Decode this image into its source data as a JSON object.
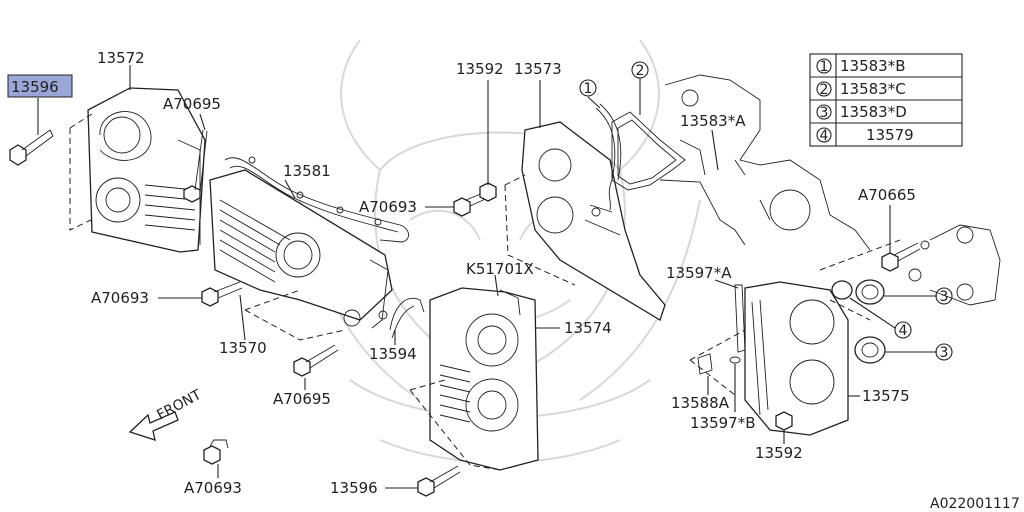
{
  "diagram": {
    "highlighted_part": "13596",
    "labels": {
      "p13572": "13572",
      "p13596_top": "13596",
      "a70695_top": "A70695",
      "p13581": "13581",
      "a70693_mid": "A70693",
      "a70693_left": "A70693",
      "p13570": "13570",
      "p13594": "13594",
      "a70695_bottom": "A70695",
      "front": "FRONT",
      "a70693_bottom": "A70693",
      "p13596_bottom": "13596",
      "p13592_top": "13592",
      "p13573": "13573",
      "k51701x": "K51701X",
      "p13574": "13574",
      "p13583a": "13583*A",
      "a70665": "A70665",
      "p13597a": "13597*A",
      "p13588a": "13588A",
      "p13597b": "13597*B",
      "p13592_bottom": "13592",
      "p13575": "13575",
      "callout_1": "1",
      "callout_2": "2",
      "callout_3a": "3",
      "callout_4": "4",
      "callout_3b": "3",
      "ref_code": "A022001117"
    },
    "legend": [
      {
        "num": "1",
        "part": "13583*B"
      },
      {
        "num": "2",
        "part": "13583*C"
      },
      {
        "num": "3",
        "part": "13583*D"
      },
      {
        "num": "4",
        "part": "13579"
      }
    ]
  }
}
